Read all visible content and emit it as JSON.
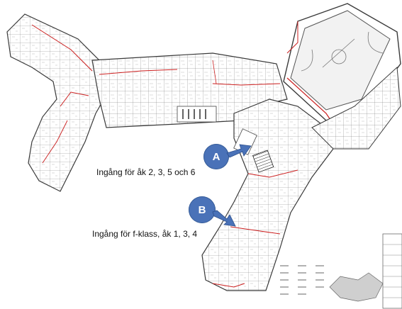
{
  "colors": {
    "marker_fill": "#4a72b8",
    "wall": "#3a3a3a",
    "fire_line": "#cc1f1f",
    "court": "#d9d9d9"
  },
  "markers": [
    {
      "letter": "A",
      "caption": "Ingång för åk 2, 3, 5 och 6"
    },
    {
      "letter": "B",
      "caption": "Ingång för f-klass, åk 1, 3, 4"
    }
  ]
}
